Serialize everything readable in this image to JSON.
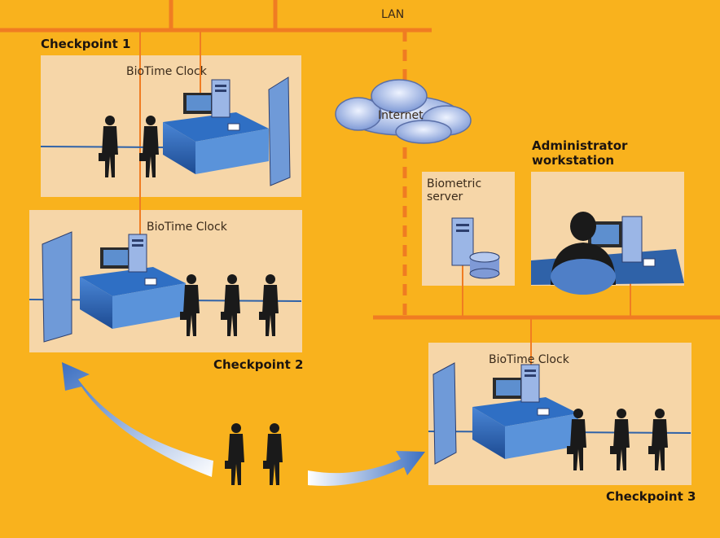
{
  "network": {
    "lan_label": "LAN",
    "internet_label": "Internet"
  },
  "checkpoints": [
    {
      "title": "Checkpoint 1",
      "device_label": "BioTime Clock"
    },
    {
      "title": "Checkpoint 2",
      "device_label": "BioTime Clock"
    },
    {
      "title": "Checkpoint 3",
      "device_label": "BioTime Clock"
    }
  ],
  "server": {
    "label_line1": "Biometric",
    "label_line2": "server"
  },
  "admin": {
    "label_line1": "Administrator",
    "label_line2": "workstation"
  },
  "colors": {
    "background": "#F9B21D",
    "panel": "#F6D6A8",
    "network_line": "#F07C22",
    "floor": "#2F62A8",
    "figure": "#1a1a1a"
  }
}
